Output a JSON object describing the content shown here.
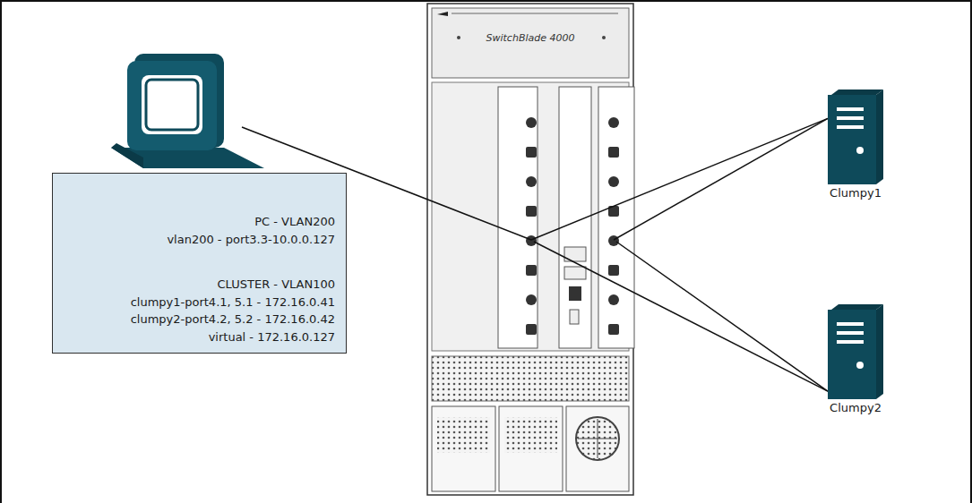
{
  "diagram": {
    "nodes": [
      {
        "text": [
          "PC - VLAN200",
          "vlan200 - port3.3-10.0.0.127",
          "CLUSTER - VLAN100",
          "clumpy1-port4.1, 5.1 - 172.16.0.41",
          "clumpy2-port4.2, 5.2 - 172.16.0.42",
          "virtual - 172.16.0.127"
        ]
      },
      {
        "text": [
          "SwitchBlade 4000"
        ]
      },
      {
        "text": [
          "Clumpy1"
        ]
      },
      {
        "text": [
          "Clumpy2"
        ]
      }
    ],
    "edges": [
      {
        "from": 1,
        "to": 2,
        "arrow": "none"
      },
      {
        "from": 1,
        "to": 3,
        "arrow": "none"
      },
      {
        "from": 1,
        "to": 2,
        "arrow": "none"
      },
      {
        "from": 1,
        "to": 3,
        "arrow": "none"
      }
    ]
  }
}
